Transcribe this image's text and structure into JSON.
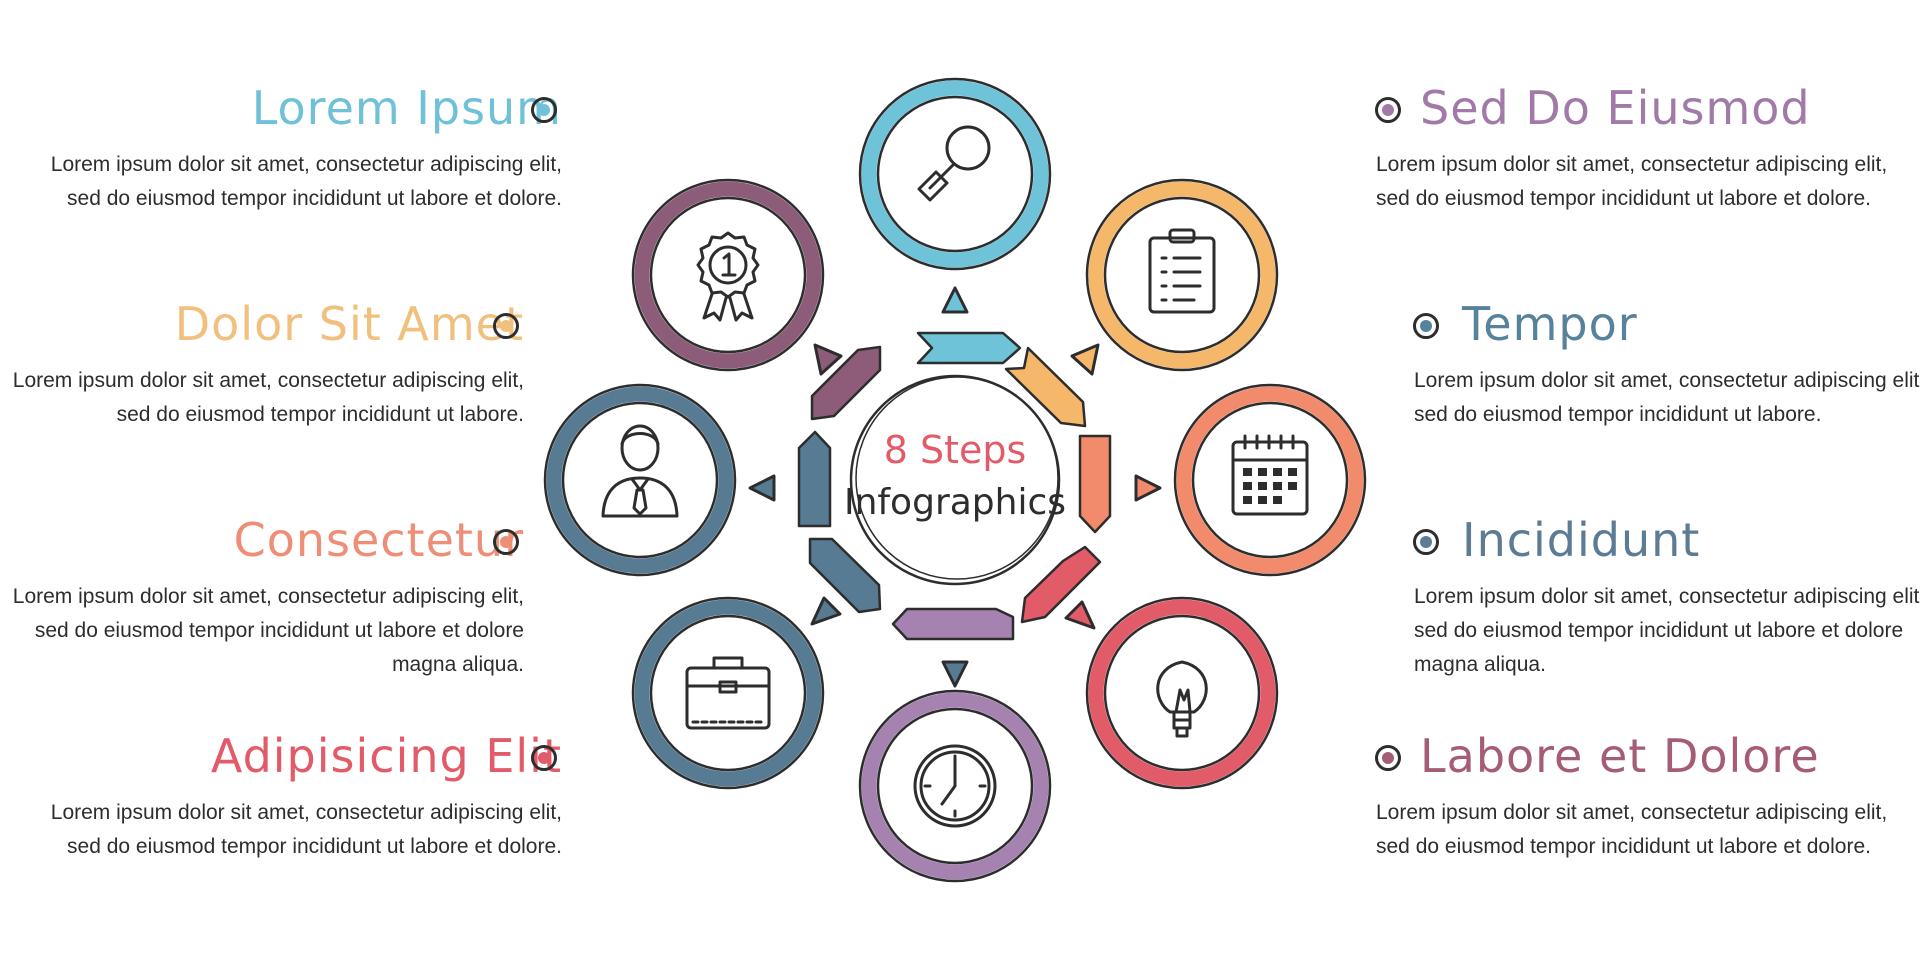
{
  "colors": {
    "ink": "#2d2d2d",
    "teal": "#6ec3d9",
    "orange": "#f5b86a",
    "peach": "#f28b6b",
    "red": "#e25b68",
    "purple": "#a582b0",
    "slate": "#567b93",
    "plum": "#8d5c78",
    "title_blue": "#6fc1d8",
    "title_tan": "#f1c07e",
    "title_salmon": "#ef8e77",
    "title_rose": "#e25b68",
    "title_mauve": "#a17aa8",
    "title_steel": "#56829b",
    "title_slate": "#5c7b94",
    "title_plum": "#a55d74"
  },
  "center": {
    "line1": "8 Steps",
    "line2": "Infographics"
  },
  "steps": [
    {
      "title": "Lorem Ipsum",
      "text": "Lorem ipsum dolor sit amet, consectetur adipiscing elit, sed do eiusmod tempor incididunt ut labore et dolore.",
      "icon": "magnifier-icon"
    },
    {
      "title": "Dolor Sit Amet",
      "text": "Lorem ipsum dolor sit amet, consectetur adipiscing elit, sed do eiusmod tempor incididunt ut labore.",
      "icon": "award-ribbon-icon"
    },
    {
      "title": "Consectetur",
      "text": "Lorem ipsum dolor sit amet, consectetur adipiscing elit, sed do eiusmod tempor incididunt ut labore et dolore magna aliqua.",
      "icon": "businessman-icon"
    },
    {
      "title": "Adipisicing Elit",
      "text": "Lorem ipsum dolor sit amet, consectetur adipiscing elit, sed do eiusmod tempor incididunt ut labore et dolore.",
      "icon": "briefcase-icon"
    },
    {
      "title": "Sed Do Eiusmod",
      "text": "Lorem ipsum dolor sit amet, consectetur adipiscing elit, sed do eiusmod tempor incididunt ut labore et dolore.",
      "icon": "clipboard-checklist-icon"
    },
    {
      "title": "Tempor",
      "text": "Lorem ipsum dolor sit amet, consectetur adipiscing elit, sed do eiusmod tempor incididunt ut labore.",
      "icon": "calendar-icon"
    },
    {
      "title": "Incididunt",
      "text": "Lorem ipsum dolor sit amet, consectetur adipiscing elit, sed do eiusmod tempor incididunt ut labore et dolore magna aliqua.",
      "icon": "light-bulb-icon"
    },
    {
      "title": "Labore et Dolore",
      "text": "Lorem ipsum dolor sit amet, consectetur adipiscing elit, sed do eiusmod tempor incididunt ut labore et dolore.",
      "icon": "clock-icon"
    }
  ]
}
